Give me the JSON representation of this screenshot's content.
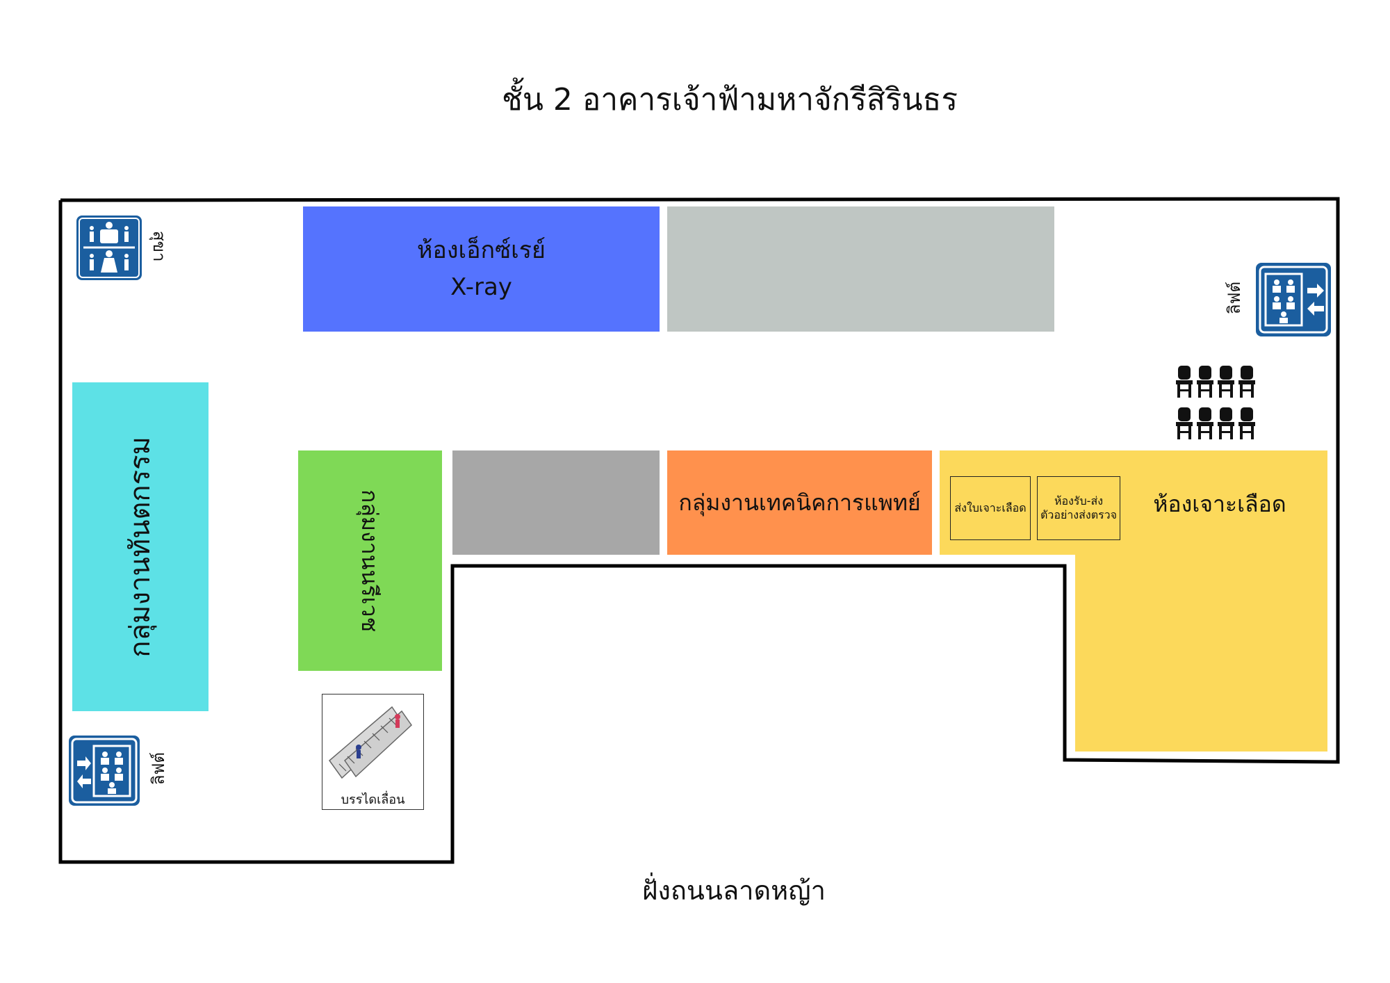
{
  "title": "ชั้น 2 อาคารเจ้าฟ้ามหาจักรีสิรินธร",
  "street_label": "ฝั่งถนนลาดหญ้า",
  "rooms": {
    "xray_th": "ห้องเอ็กซ์เรย์",
    "xray_en": "X-ray",
    "dental": "กลุ่มงานทันตกรรม",
    "gyn": "กลุ่มงานนรีเวช",
    "medtech": "กลุ่มงานเทคนิคการแพทย์",
    "send_blood_order": "ส่งใบเจาะเลือด",
    "receive_sample_line1": "ห้องรับ-ส่ง",
    "receive_sample_line2": "ตัวอย่างส่งตรวจ",
    "blood_draw": "ห้องเจาะเลือด"
  },
  "facilities": {
    "restroom": "สุขา",
    "lift_right": "ลิฟต์",
    "lift_left": "ลิฟต์",
    "escalator": "บรรไดเลื่อน"
  },
  "colors": {
    "xray": "#5573fe",
    "gray_light": "#bfc6c3",
    "gray_dark": "#a7a7a7",
    "dental": "#5de1e6",
    "gyn": "#7fd956",
    "medtech": "#ff914d",
    "lab": "#fcd95b",
    "icon_blue": "#1b5e9f"
  },
  "icons": [
    "restroom-icon",
    "elevator-icon",
    "chair-icon",
    "escalator-icon"
  ]
}
